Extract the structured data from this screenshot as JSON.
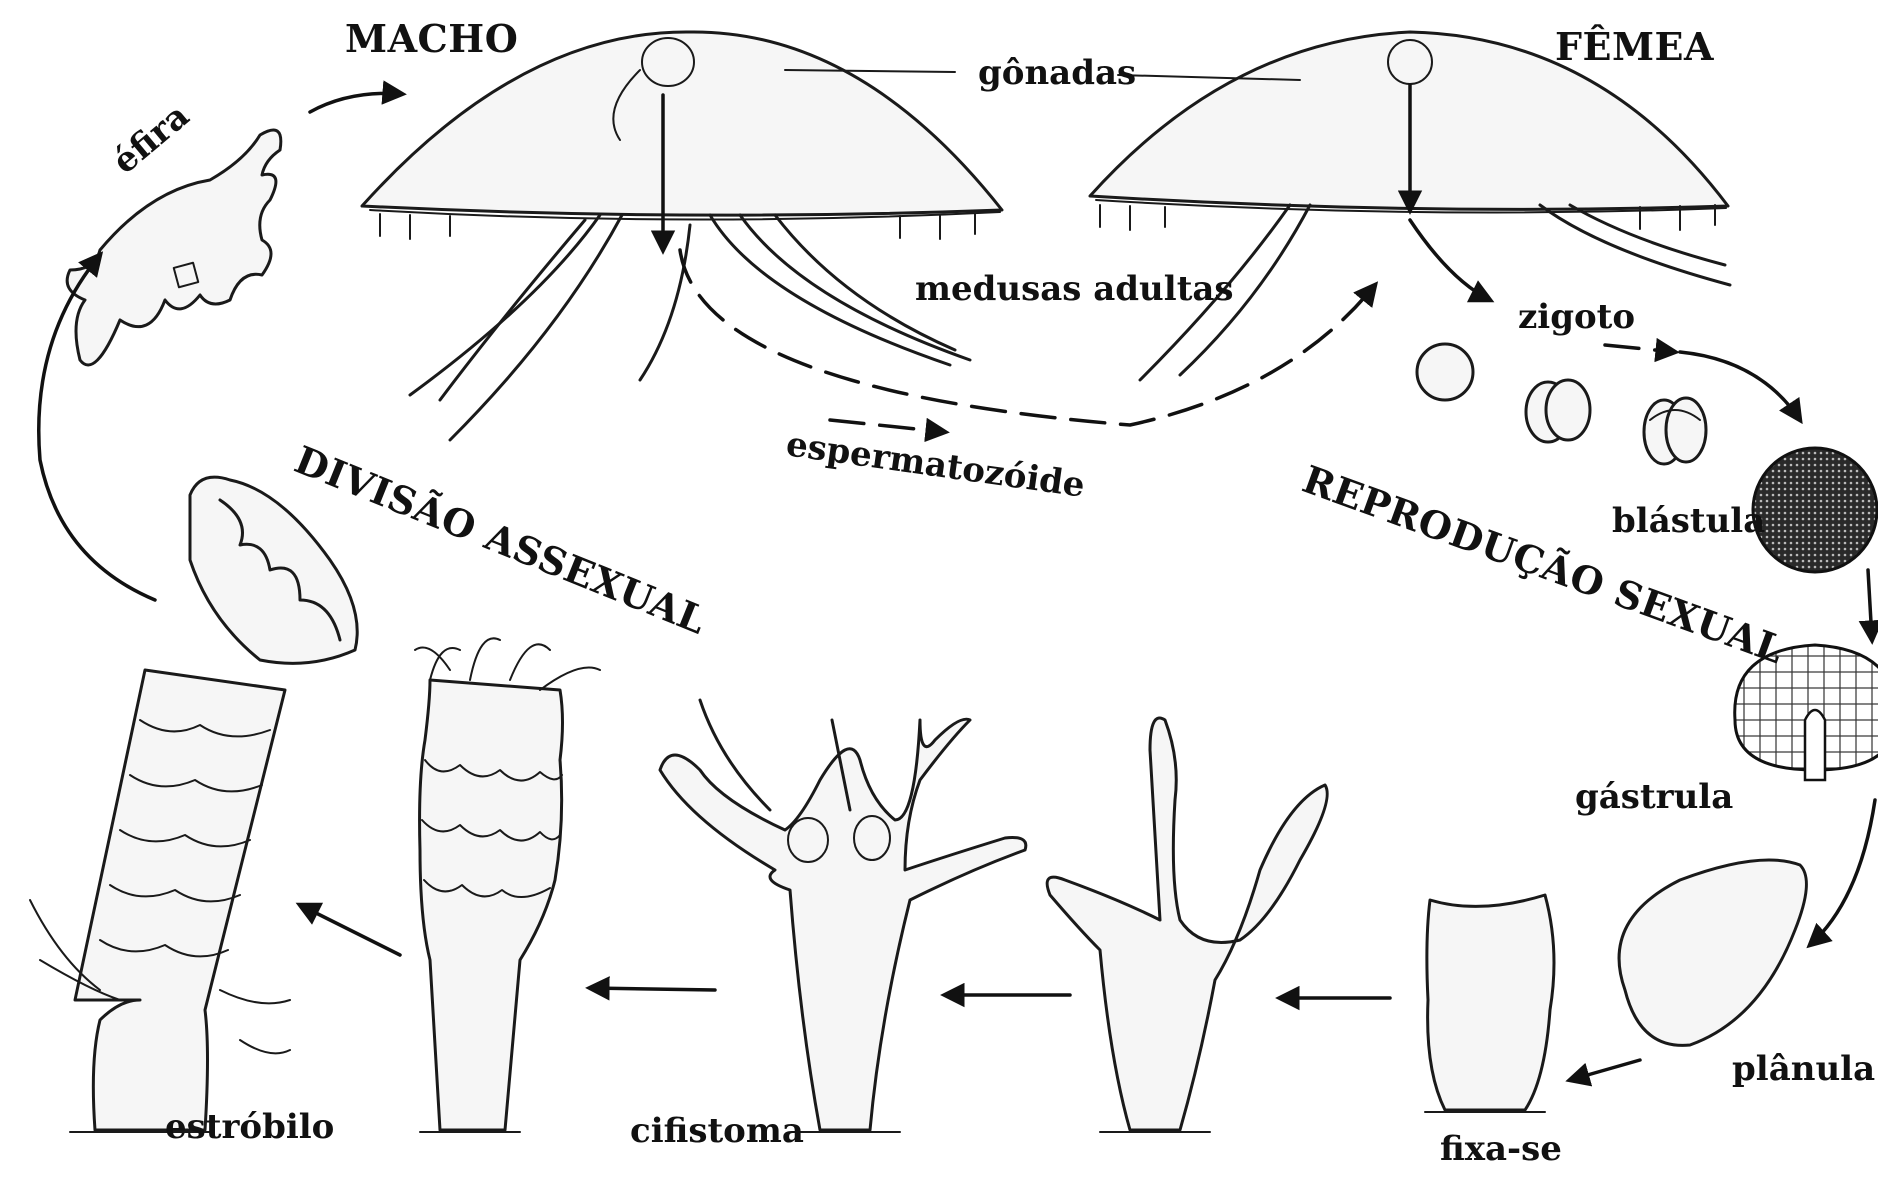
{
  "labels": {
    "macho": "MACHO",
    "femea": "FÊMEA",
    "gonadas": "gônadas",
    "medusas_adultas": "medusas adultas",
    "zigoto": "zigoto",
    "espermatozoide": "espermatozóide",
    "efira": "éfira",
    "divisao_assexual": "DIVISÃO ASSEXUAL",
    "reproducao_sexual": "REPRODUÇÃO SEXUAL",
    "blastula": "blástula",
    "gastrula": "gástrula",
    "planula": "plânula",
    "fixa_se": "fixa-se",
    "cifistoma": "cifistoma",
    "estrobilo": "estróbilo"
  }
}
